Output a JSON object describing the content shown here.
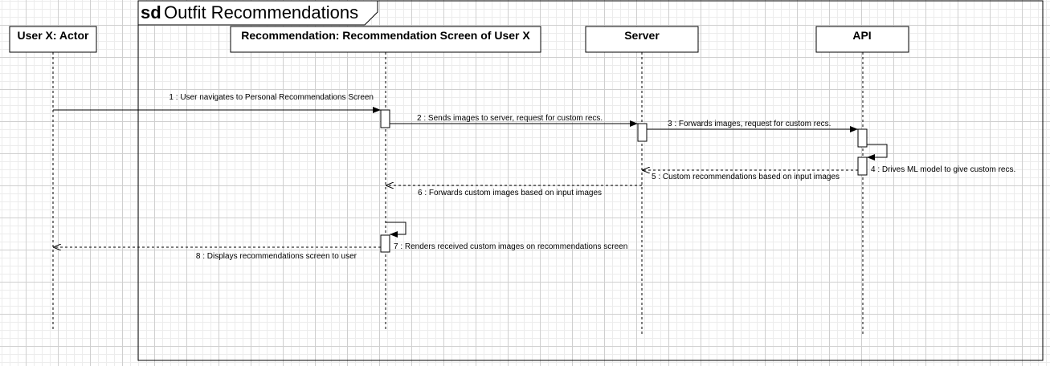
{
  "frame": {
    "keyword": "sd",
    "name": "Outfit Recommendations"
  },
  "lifelines": [
    {
      "label": "User X: Actor"
    },
    {
      "label": "Recommendation: Recommendation Screen of User X"
    },
    {
      "label": "Server"
    },
    {
      "label": "API"
    }
  ],
  "messages": [
    {
      "text": "1 : User navigates to Personal Recommendations Screen",
      "kind": "sync"
    },
    {
      "text": "2 : Sends images to server, request for custom recs.",
      "kind": "sync"
    },
    {
      "text": "3 : Forwards images, request for custom recs.",
      "kind": "sync"
    },
    {
      "text": "4 : Drives ML model to give custom recs.",
      "kind": "self"
    },
    {
      "text": "5 : Custom recommendations based on input images",
      "kind": "return"
    },
    {
      "text": "6 : Forwards custom images based on input images",
      "kind": "return"
    },
    {
      "text": "7 : Renders received custom images on recommendations screen",
      "kind": "self"
    },
    {
      "text": "8 : Displays recommendations screen to user",
      "kind": "return"
    }
  ]
}
